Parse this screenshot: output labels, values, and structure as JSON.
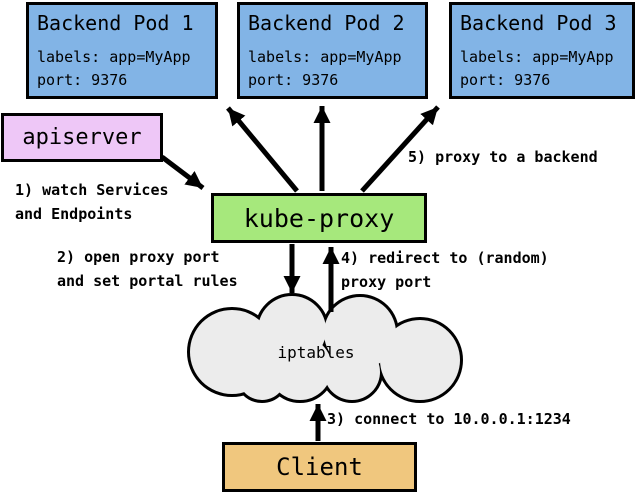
{
  "diagram": {
    "pods": [
      {
        "title": "Backend Pod 1",
        "labels": "labels: app=MyApp",
        "port": "port: 9376"
      },
      {
        "title": "Backend Pod 2",
        "labels": "labels: app=MyApp",
        "port": "port: 9376"
      },
      {
        "title": "Backend Pod 3",
        "labels": "labels: app=MyApp",
        "port": "port: 9376"
      }
    ],
    "apiserver_label": "apiserver",
    "kube_proxy_label": "kube-proxy",
    "iptables_label": "iptables",
    "client_label": "Client",
    "annotations": {
      "step1": "1) watch Services\nand Endpoints",
      "step2": "2) open proxy port\nand set portal rules",
      "step3": "3) connect to 10.0.0.1:1234",
      "step4": "4) redirect to (random)\nproxy port",
      "step5": "5) proxy to a backend"
    },
    "colors": {
      "pod_fill": "#82b4e6",
      "apiserver_fill": "#eec7f7",
      "kube_proxy_fill": "#a6e87c",
      "client_fill": "#f0c77e",
      "cloud_fill": "#ececec",
      "line": "#000000"
    }
  }
}
